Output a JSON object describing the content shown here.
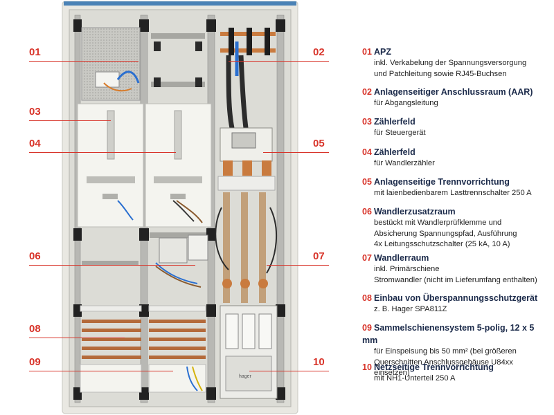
{
  "callouts": [
    {
      "num": "01"
    },
    {
      "num": "02"
    },
    {
      "num": "03"
    },
    {
      "num": "04"
    },
    {
      "num": "05"
    },
    {
      "num": "06"
    },
    {
      "num": "07"
    },
    {
      "num": "08"
    },
    {
      "num": "09"
    },
    {
      "num": "10"
    }
  ],
  "legend": [
    {
      "num": "01",
      "title": "APZ",
      "desc": [
        "inkl. Verkabelung der Spannungsversorgung",
        "und Patchleitung sowie RJ45-Buchsen"
      ]
    },
    {
      "num": "02",
      "title": "Anlagenseitiger Anschlussraum (AAR)",
      "desc": [
        "für Abgangsleitung"
      ]
    },
    {
      "num": "03",
      "title": "Zählerfeld",
      "desc": [
        "für Steuergerät"
      ]
    },
    {
      "num": "04",
      "title": "Zählerfeld",
      "desc": [
        "für Wandlerzähler"
      ]
    },
    {
      "num": "05",
      "title": "Anlagenseitige Trennvorrichtung",
      "desc": [
        "mit laienbedienbarem Lasttrennschalter 250 A"
      ]
    },
    {
      "num": "06",
      "title": "Wandlerzusatzraum",
      "desc": [
        "bestückt mit Wandlerprüfklemme und",
        "Absicherung Spannungspfad, Ausführung",
        "4x Leitungsschutzschalter (25 kA, 10 A)"
      ]
    },
    {
      "num": "07",
      "title": "Wandlerraum",
      "desc": [
        "inkl. Primärschiene",
        "Stromwandler (nicht im Lieferumfang enthalten)"
      ]
    },
    {
      "num": "08",
      "title": "Einbau von Überspannungsschutzgerät",
      "desc": [
        "z. B. Hager SPA811Z"
      ]
    },
    {
      "num": "09",
      "title": "Sammelschienensystem 5-polig, 12 x 5 mm",
      "desc": [
        "für Einspeisung bis 50 mm² (bei größeren",
        "Querschnitten Anschlussgehäuse U84xx einsetzen)"
      ]
    },
    {
      "num": "10",
      "title": "Netzseitige Trennvorrichtung",
      "desc": [
        "mit NH1-Unterteil 250 A"
      ]
    }
  ],
  "photo": {
    "brand_label": "hager"
  }
}
